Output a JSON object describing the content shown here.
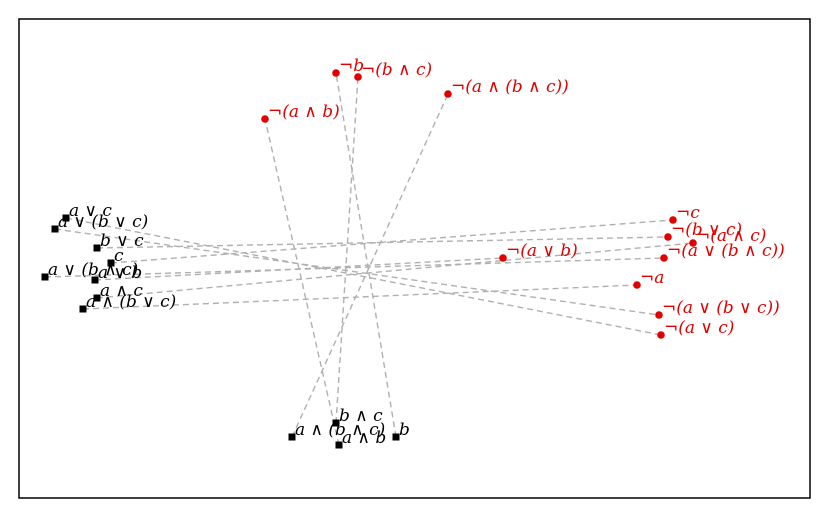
{
  "colors": {
    "positive": "#000000",
    "negative": "#e00000",
    "edge": "#b0b0b0",
    "frame": "#000000"
  },
  "nodes": [
    {
      "id": "p1",
      "label": "a ∨ c",
      "kind": "positive"
    },
    {
      "id": "p2",
      "label": "a ∨ (b ∨ c)",
      "kind": "positive"
    },
    {
      "id": "p3",
      "label": "b ∨ c",
      "kind": "positive"
    },
    {
      "id": "p4",
      "label": "c",
      "kind": "positive"
    },
    {
      "id": "p5",
      "label": "a ∨ (b ∧ c)",
      "kind": "positive"
    },
    {
      "id": "p6",
      "label": "a ∨ b",
      "kind": "positive"
    },
    {
      "id": "p7",
      "label": "a ∧ c",
      "kind": "positive"
    },
    {
      "id": "p8",
      "label": "a ∧ (b ∨ c)",
      "kind": "positive"
    },
    {
      "id": "p9",
      "label": "a ∧ (b ∧ c)",
      "kind": "positive"
    },
    {
      "id": "p10",
      "label": "b ∧ c",
      "kind": "positive"
    },
    {
      "id": "p11",
      "label": "a ∧ b",
      "kind": "positive"
    },
    {
      "id": "p12",
      "label": "b",
      "kind": "positive"
    },
    {
      "id": "n1",
      "label": "¬b",
      "kind": "negative"
    },
    {
      "id": "n2",
      "label": "¬(b ∧ c)",
      "kind": "negative"
    },
    {
      "id": "n3",
      "label": "¬(a ∧ (b ∧ c))",
      "kind": "negative"
    },
    {
      "id": "n4",
      "label": "¬(a ∧ b)",
      "kind": "negative"
    },
    {
      "id": "n5",
      "label": "¬c",
      "kind": "negative"
    },
    {
      "id": "n6",
      "label": "¬(b ∨ c)",
      "kind": "negative"
    },
    {
      "id": "n7",
      "label": "¬(a ∧ c)",
      "kind": "negative"
    },
    {
      "id": "n8",
      "label": "¬(a ∨ (b ∧ c))",
      "kind": "negative"
    },
    {
      "id": "n9",
      "label": "¬(a ∨ b)",
      "kind": "negative"
    },
    {
      "id": "n10",
      "label": "¬a",
      "kind": "negative"
    },
    {
      "id": "n11",
      "label": "¬(a ∨ (b ∨ c))",
      "kind": "negative"
    },
    {
      "id": "n12",
      "label": "¬(a ∨ c)",
      "kind": "negative"
    }
  ],
  "edges": [
    [
      "p1",
      "n12"
    ],
    [
      "p2",
      "n11"
    ],
    [
      "p3",
      "n6"
    ],
    [
      "p4",
      "n5"
    ],
    [
      "p5",
      "n8"
    ],
    [
      "p6",
      "n9"
    ],
    [
      "p7",
      "n7"
    ],
    [
      "p8",
      "n10"
    ],
    [
      "p9",
      "n3"
    ],
    [
      "p10",
      "n2"
    ],
    [
      "p11",
      "n4"
    ],
    [
      "p12",
      "n1"
    ]
  ]
}
